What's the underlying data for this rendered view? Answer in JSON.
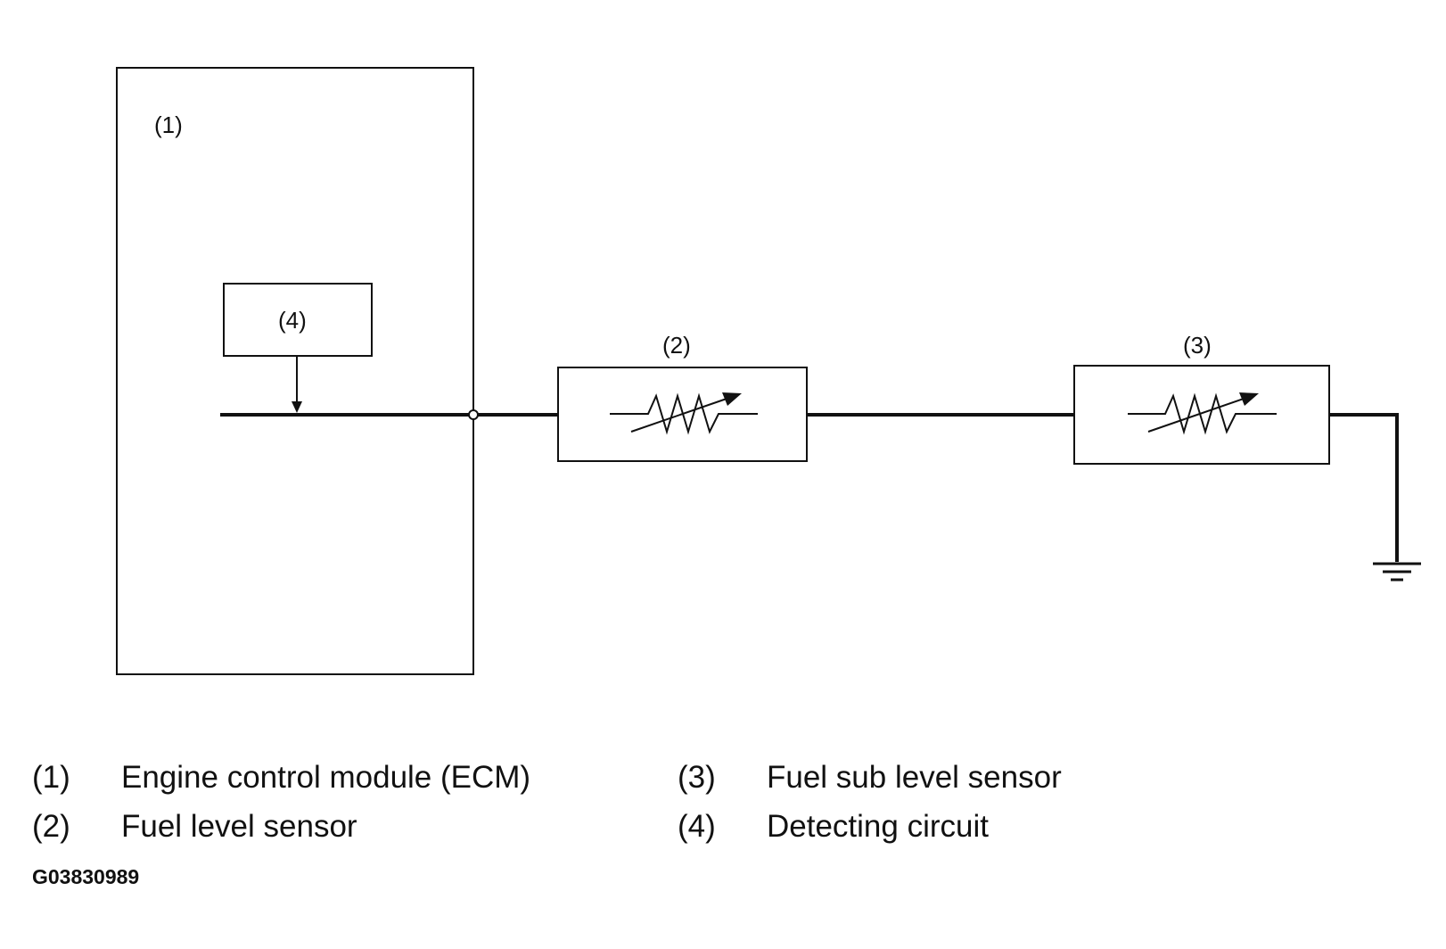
{
  "components": {
    "ecm": {
      "label": "(1)"
    },
    "fuel_level_sensor": {
      "label": "(2)"
    },
    "fuel_sub_level_sensor": {
      "label": "(3)"
    },
    "detecting_circuit": {
      "label": "(4)"
    }
  },
  "legend": [
    {
      "num": "(1)",
      "text": "Engine control module (ECM)"
    },
    {
      "num": "(2)",
      "text": "Fuel level sensor"
    },
    {
      "num": "(3)",
      "text": "Fuel sub level sensor"
    },
    {
      "num": "(4)",
      "text": "Detecting circuit"
    }
  ],
  "figure_id": "G03830989"
}
